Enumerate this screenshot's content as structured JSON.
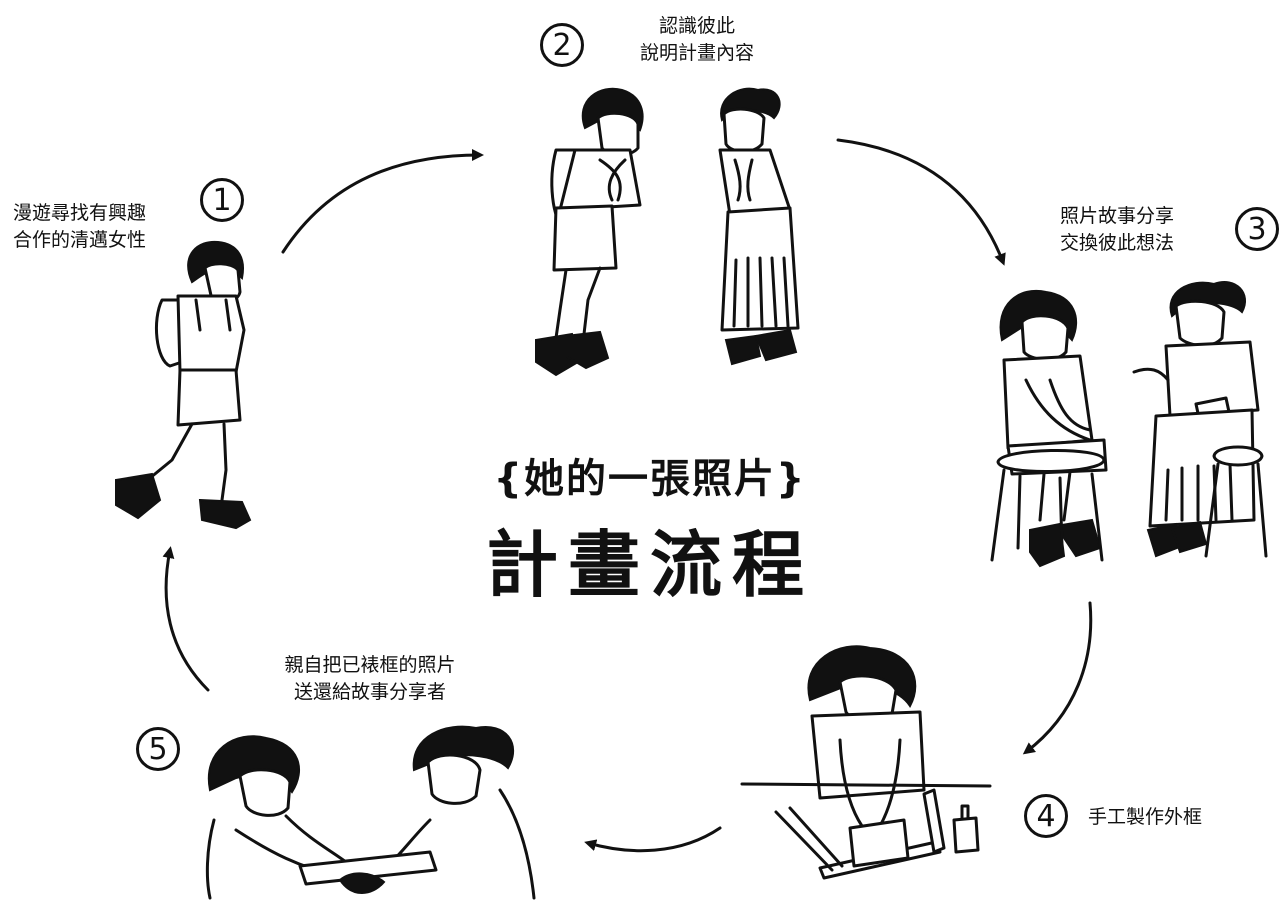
{
  "title": {
    "subtitle": "{她的一張照片}",
    "main": "計畫流程"
  },
  "steps": [
    {
      "number": "1",
      "line1": "漫遊尋找有興趣",
      "line2": "合作的清邁女性"
    },
    {
      "number": "2",
      "line1": "認識彼此",
      "line2": "說明計畫內容"
    },
    {
      "number": "3",
      "line1": "照片故事分享",
      "line2": "交換彼此想法"
    },
    {
      "number": "4",
      "line1": "手工製作外框",
      "line2": ""
    },
    {
      "number": "5",
      "line1": "親自把已裱框的照片",
      "line2": "送還給故事分享者"
    }
  ]
}
